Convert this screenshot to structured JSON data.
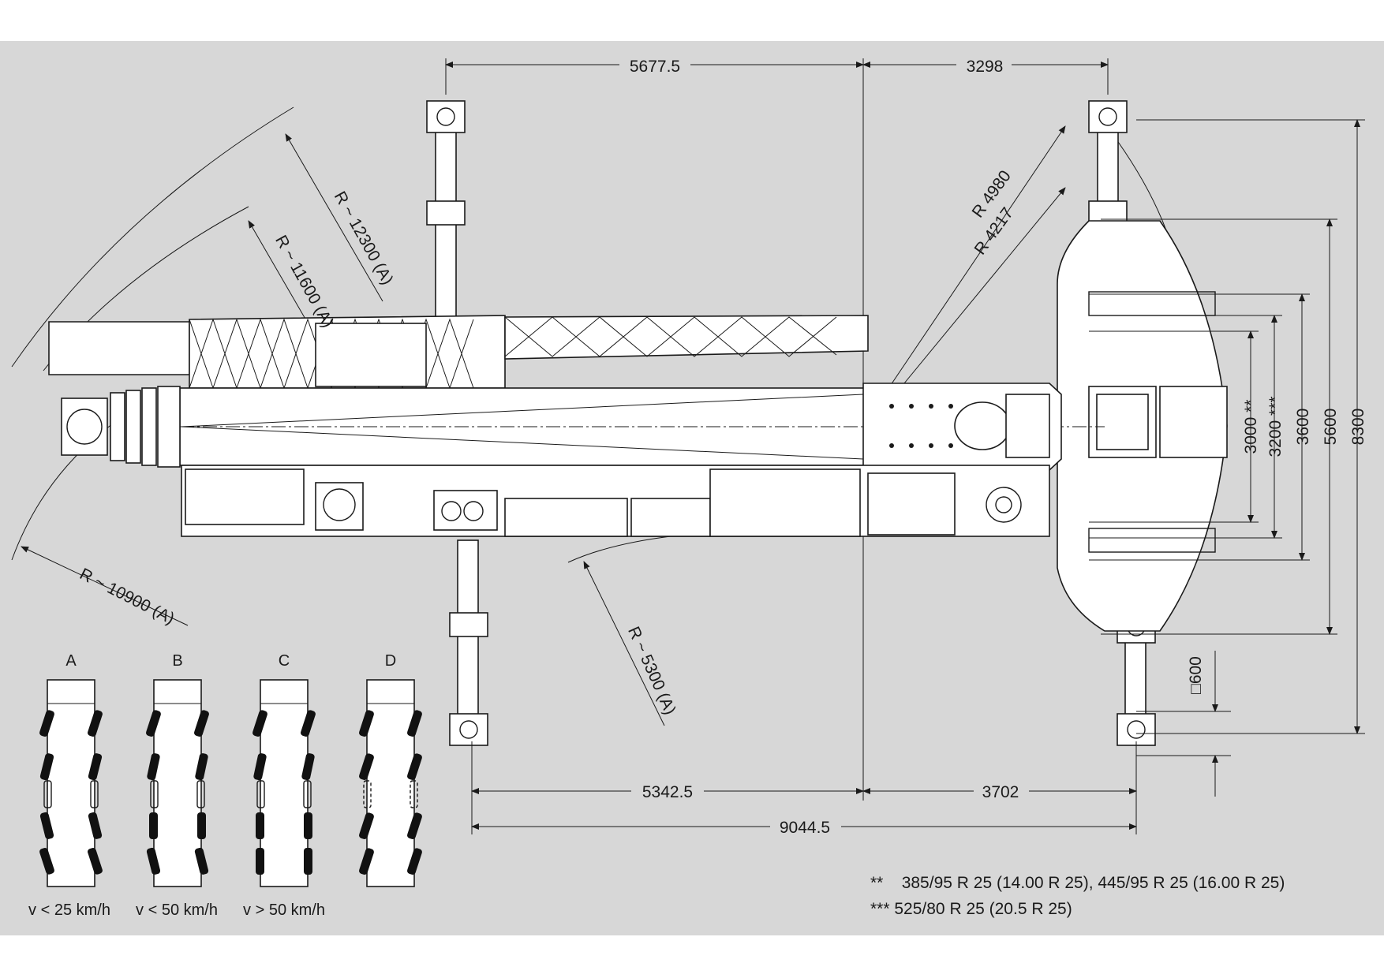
{
  "dimensions": {
    "top_left": "5677.5",
    "top_right": "3298",
    "bottom_left": "5342.5",
    "bottom_right": "3702",
    "bottom_total": "9044.5",
    "right_3000": "3000 **",
    "right_3200": "3200 ***",
    "right_3600": "3600",
    "right_5600": "5600",
    "right_8300": "8300",
    "pad": "□600"
  },
  "radii": {
    "r12300": "R ~ 12300 (A)",
    "r11600": "R ~ 11600 (A)",
    "r10900": "R ~ 10900 (A)",
    "r5300": "R ~ 5300 (A)",
    "r4980": "R 4980",
    "r4217": "R 4217"
  },
  "steering_modes": [
    {
      "letter": "A",
      "speed": "v < 25 km/h"
    },
    {
      "letter": "B",
      "speed": "v < 50 km/h"
    },
    {
      "letter": "C",
      "speed": "v > 50 km/h"
    },
    {
      "letter": "D",
      "speed": ""
    }
  ],
  "footnotes": [
    {
      "mark": "**",
      "text": "385/95 R 25 (14.00 R 25), 445/95 R 25 (16.00 R 25)"
    },
    {
      "mark": "***",
      "text": "525/80 R 25 (20.5 R 25)"
    }
  ]
}
